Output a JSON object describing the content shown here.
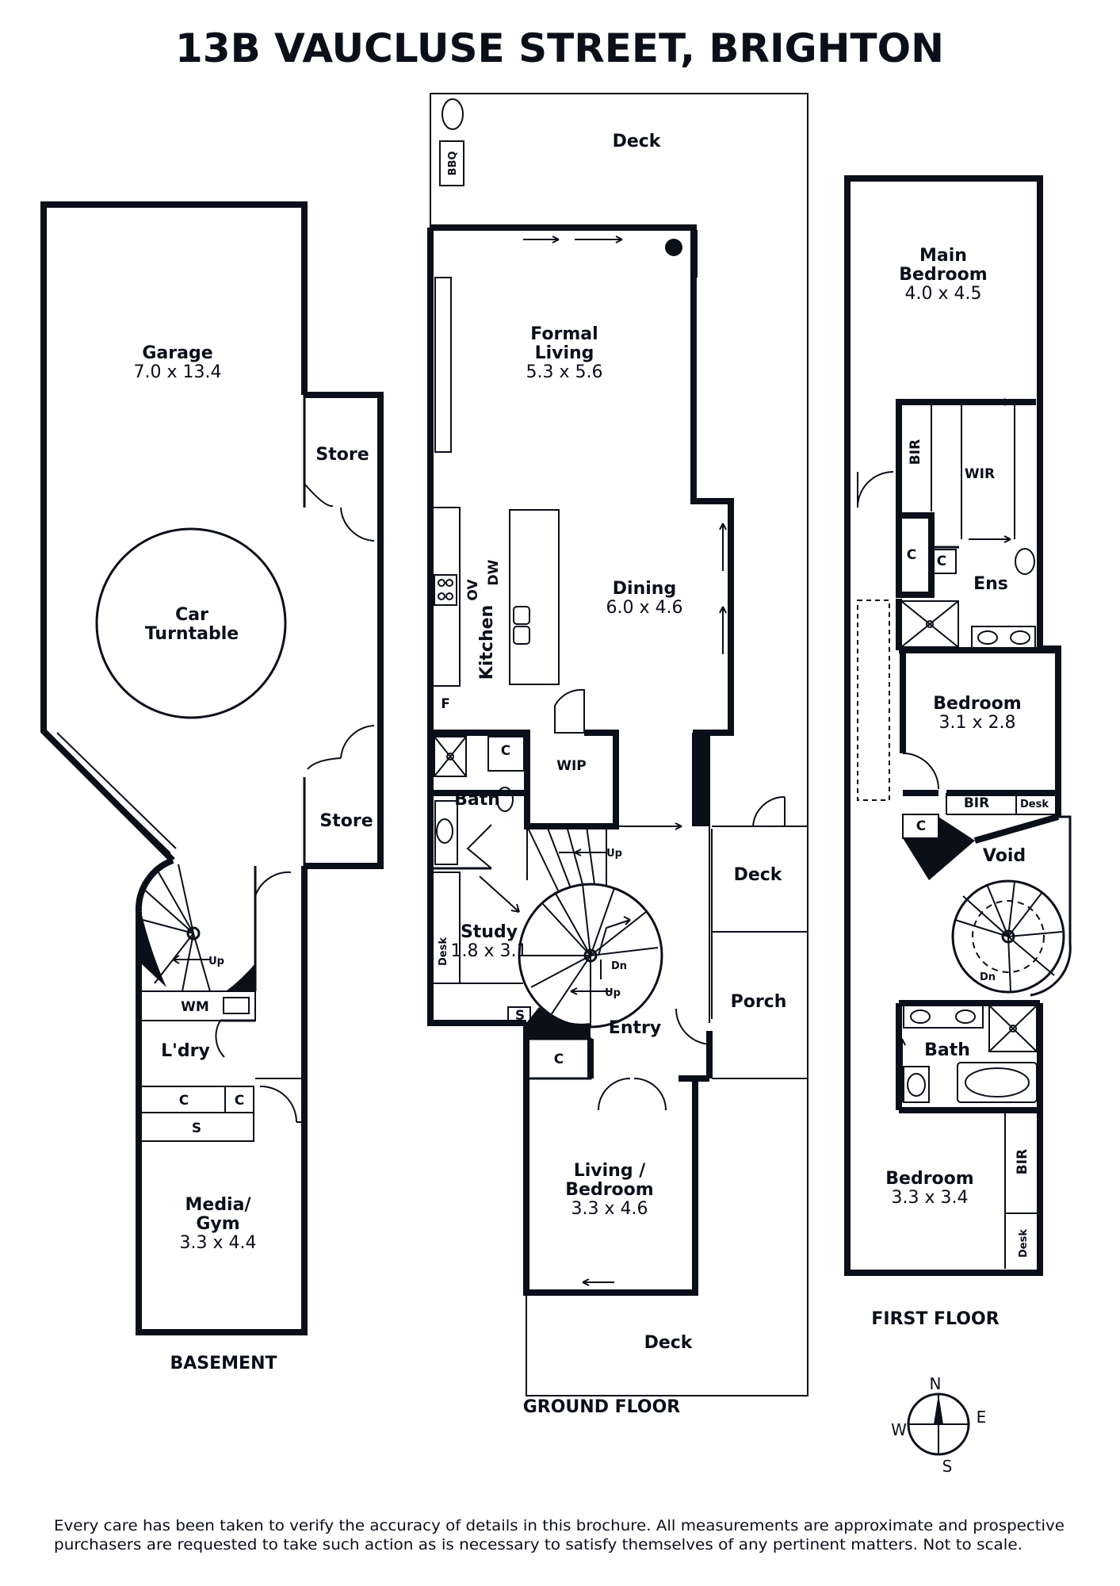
{
  "title": "13B VAUCLUSE STREET, BRIGHTON",
  "floors": {
    "basement": "BASEMENT",
    "ground": "GROUND FLOOR",
    "first": "FIRST FLOOR"
  },
  "basement": {
    "garage": {
      "name": "Garage",
      "dims": "7.0 x 13.4"
    },
    "store_upper": "Store",
    "store_lower": "Store",
    "turntable": [
      "Car",
      "Turntable"
    ],
    "stair_up": "Up",
    "wm": "WM",
    "laundry": "L'dry",
    "c1": "C",
    "c2": "C",
    "s": "S",
    "media": {
      "name": [
        "Media/",
        "Gym"
      ],
      "dims": "3.3 x 4.4"
    }
  },
  "ground": {
    "deck_top": "Deck",
    "bbq": "BBQ",
    "formal_living": {
      "name": [
        "Formal",
        "Living"
      ],
      "dims": "5.3 x 5.6"
    },
    "dining": {
      "name": "Dining",
      "dims": "6.0 x 4.6"
    },
    "kitchen": "Kitchen",
    "ov": "OV",
    "dw": "DW",
    "f": "F",
    "c_bath": "C",
    "wip": "WIP",
    "bath": "Bath",
    "stair_up1": "Up",
    "stair_up2": "Up",
    "stair_dn": "Dn",
    "study": {
      "name": "Study",
      "dims": "1.8 x 3.1"
    },
    "desk": "Desk",
    "s": "S",
    "deck_side": "Deck",
    "porch": "Porch",
    "entry": "Entry",
    "c_entry": "C",
    "living_bedroom": {
      "name": [
        "Living /",
        "Bedroom"
      ],
      "dims": "3.3 x 4.6"
    },
    "deck_bottom": "Deck"
  },
  "first": {
    "main_bedroom": {
      "name": [
        "Main",
        "Bedroom"
      ],
      "dims": "4.0 x 4.5"
    },
    "bir1": "BIR",
    "wir": "WIR",
    "c1": "C",
    "c2": "C",
    "ens": "Ens",
    "bedroom2": {
      "name": "Bedroom",
      "dims": "3.1 x 2.8"
    },
    "bir2": "BIR",
    "desk1": "Desk",
    "c3": "C",
    "void": "Void",
    "stair_dn": "Dn",
    "bath": "Bath",
    "bedroom3": {
      "name": "Bedroom",
      "dims": "3.3 x 3.4"
    },
    "bir3": "BIR",
    "desk2": "Desk"
  },
  "compass": {
    "n": "N",
    "e": "E",
    "s": "S",
    "w": "W"
  },
  "disclaimer": [
    "Every care has been taken to verify the accuracy of details in this brochure. All measurements are approximate and prospective",
    "purchasers are requested to take such action as is necessary to satisfy themselves of any pertinent matters. Not to scale."
  ]
}
